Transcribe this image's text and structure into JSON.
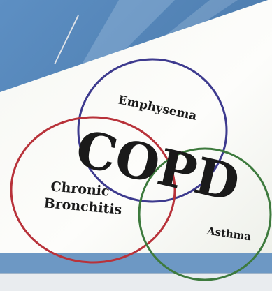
{
  "diagram": {
    "center_label": "COPD",
    "circles": [
      {
        "id": "emphysema",
        "label": "Emphysema",
        "color": "#3d3a8e"
      },
      {
        "id": "chronic-bronchitis",
        "label_lines": [
          "Chronic",
          "Bronchitis"
        ],
        "color": "#b8323a"
      },
      {
        "id": "asthma",
        "label": "Asthma",
        "color": "#3d7a3d"
      }
    ]
  },
  "colors": {
    "background_blue": "#5a88b8",
    "panel": "#fbfbf8",
    "text": "#1a1a1a"
  }
}
